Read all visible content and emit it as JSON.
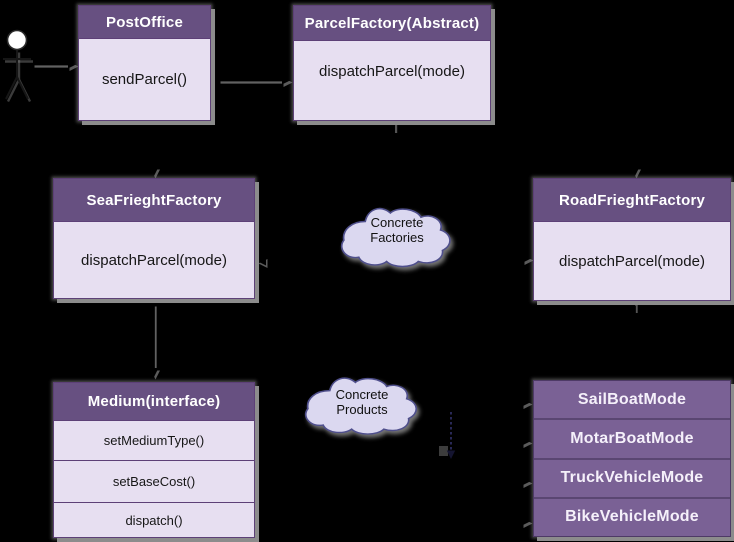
{
  "diagram": {
    "kind": "uml-class-diagram",
    "background": "#000000",
    "colors": {
      "class_header": "#675081",
      "class_body": "#e7dff1",
      "class_border": "#5d4077",
      "product_fill": "#7a6195",
      "product_border": "#4e3a66",
      "cloud_fill": "#dbd8f0",
      "cloud_border": "#4f4f8c",
      "shadow": "#8c8c8c",
      "header_text": "#ffffff",
      "body_text": "#161616",
      "product_text": "#f5f0fa"
    },
    "classes": [
      {
        "title": "PostOffice",
        "methods": [
          "sendParcel()"
        ]
      },
      {
        "title": "ParcelFactory(Abstract)",
        "methods": [
          "dispatchParcel(mode)"
        ]
      },
      {
        "title": "SeaFrieghtFactory",
        "methods": [
          "dispatchParcel(mode)"
        ]
      },
      {
        "title": "RoadFrieghtFactory",
        "methods": [
          "dispatchParcel(mode)"
        ]
      },
      {
        "title": "Medium(interface)",
        "methods": [
          "setMediumType()",
          "setBaseCost()",
          "dispatch()"
        ]
      }
    ],
    "products": [
      "SailBoatMode",
      "MotarBoatMode",
      "TruckVehicleMode",
      "BikeVehicleMode"
    ],
    "clouds": [
      {
        "line1": "Concrete",
        "line2": "Factories"
      },
      {
        "line1": "Concrete",
        "line2": "Products"
      }
    ],
    "connections": [
      {
        "from": "actor",
        "to": "PostOffice"
      },
      {
        "from": "PostOffice",
        "to": "ParcelFactory(Abstract)"
      },
      {
        "from": "ParcelFactory(Abstract)",
        "to": "SeaFrieghtFactory"
      },
      {
        "from": "ParcelFactory(Abstract)",
        "to": "RoadFrieghtFactory"
      },
      {
        "from": "Concrete Factories cloud",
        "to": "SeaFrieghtFactory"
      },
      {
        "from": "Concrete Factories cloud",
        "to": "RoadFrieghtFactory"
      },
      {
        "from": "SeaFrieghtFactory",
        "to": "Medium(interface)"
      },
      {
        "from": "RoadFrieghtFactory",
        "to": "SailBoatMode"
      },
      {
        "from": "RoadFrieghtFactory",
        "to": "MotarBoatMode"
      },
      {
        "from": "RoadFrieghtFactory",
        "to": "TruckVehicleMode"
      },
      {
        "from": "RoadFrieghtFactory",
        "to": "BikeVehicleMode"
      }
    ]
  }
}
